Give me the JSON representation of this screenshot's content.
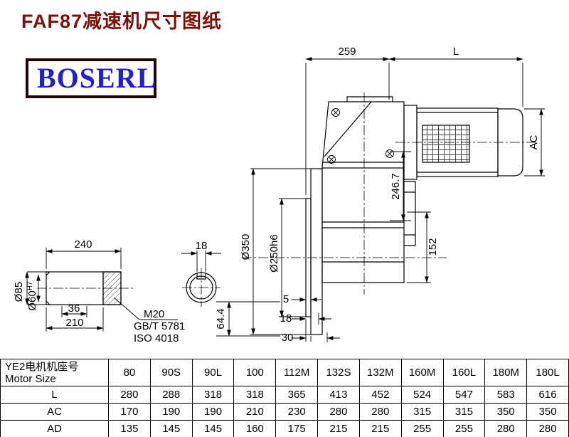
{
  "header": {
    "title": "FAF87减速机尺寸图纸",
    "logo_text": "BOSERL"
  },
  "drawing": {
    "top_width": "259",
    "motor_length": "L",
    "motor_diameter": "AC",
    "dim_246_7": "246.7",
    "flange_diameter": "Ø350",
    "spigot_diameter": "Ø250h6",
    "dim_152": "152",
    "dim_5": "5",
    "dim_18": "18",
    "dim_30": "30",
    "dim_64_4": "64.4",
    "shaft_length": "240",
    "key_width": "18",
    "shaft_od": "Ø85",
    "bore_label": "Ø60",
    "bore_tolerance": "H7",
    "dim_36": "36",
    "dim_210": "210",
    "thread": "M20",
    "standard_gb": "GB/T 5781",
    "standard_iso": "ISO 4018"
  },
  "table": {
    "header_cn": "YE2电机机座号",
    "header_en": "Motor Size",
    "columns": [
      "80",
      "90S",
      "90L",
      "100",
      "112M",
      "132S",
      "132M",
      "160M",
      "160L",
      "180M",
      "180L"
    ],
    "rows": [
      {
        "label": "L",
        "values": [
          "280",
          "288",
          "318",
          "318",
          "365",
          "413",
          "452",
          "524",
          "547",
          "583",
          "616"
        ]
      },
      {
        "label": "AC",
        "values": [
          "170",
          "190",
          "190",
          "210",
          "230",
          "280",
          "280",
          "315",
          "315",
          "350",
          "350"
        ]
      },
      {
        "label": "AD",
        "values": [
          "135",
          "145",
          "145",
          "160",
          "175",
          "215",
          "215",
          "255",
          "255",
          "280",
          "280"
        ]
      }
    ]
  }
}
